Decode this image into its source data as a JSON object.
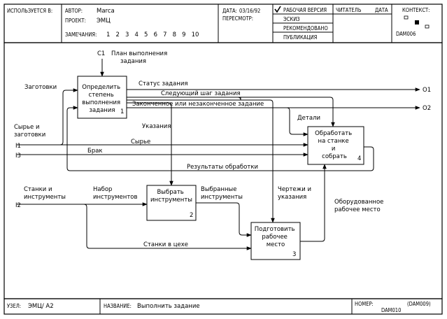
{
  "header": {
    "used_in": "ИСПОЛЬЗУЕТСЯ В:",
    "author_label": "АВТОР:",
    "author": "Marca",
    "project_label": "ПРОЕКТ:",
    "project": "ЭМЦ",
    "notes_label": "ЗАМЕЧАНИЯ:",
    "notes_numbers": "1   2   3   4   5   6   7   8   9   10",
    "date_label": "ДАТА:",
    "date": "03/16/92",
    "revision_label": "ПЕРЕСМОТР:",
    "status": [
      {
        "label": "РАБОЧАЯ ВЕРСИЯ",
        "checked": true
      },
      {
        "label": "ЭСКИЗ",
        "checked": false
      },
      {
        "label": "РЕКОМЕНДОВАНО",
        "checked": false
      },
      {
        "label": "ПУБЛИКАЦИЯ",
        "checked": false
      }
    ],
    "reader_label": "ЧИТАТЕЛЬ",
    "reader_date_label": "ДАТА",
    "context_label": "КОНТЕКСТ:",
    "context_node": "DAM006"
  },
  "diagram": {
    "boxes": [
      {
        "lines": [
          "Определить",
          "степень",
          "выполнения",
          "задания"
        ],
        "number": "1"
      },
      {
        "lines": [
          "Выбрать",
          "инструменты"
        ],
        "number": "2"
      },
      {
        "lines": [
          "Подготовить",
          "рабочее",
          "место"
        ],
        "number": "3"
      },
      {
        "lines": [
          "Обработать",
          "на станке",
          "и",
          "собрать"
        ],
        "number": "4"
      }
    ],
    "labels": {
      "c1": "C1",
      "plan": [
        "План выполнения",
        "задания"
      ],
      "blanks": "Заготовки",
      "raw_and_blanks": [
        "Сырье и",
        "заготовки"
      ],
      "i1": "I1",
      "i3": "I3",
      "i2": "I2",
      "raw": "Сырье",
      "defect": "Брак",
      "task_status": "Статус задания",
      "next_step": "Следующий шаг задания",
      "done_or_not": "Законченное или незаконченное задание",
      "details": "Детали",
      "instructions": "Указания",
      "processing_results": "Результаты обработки",
      "machines_and_tools": [
        "Станки и",
        "инструменты"
      ],
      "tool_set": [
        "Набор",
        "инструментов"
      ],
      "selected_tools": [
        "Выбранные",
        "инструменты"
      ],
      "drawings": [
        "Чертежи и",
        "указания"
      ],
      "equipped_place": [
        "Оборудованное",
        "рабочее место"
      ],
      "machines_in_shop": "Станки в цехе",
      "o1": "O1",
      "o2": "O2"
    }
  },
  "footer": {
    "node_label": "УЗЕЛ:",
    "node": "ЭМЦ/ А2",
    "title_label": "НАЗВАНИЕ:",
    "title": "Выполнить задание",
    "number_label": "НОМЕР:",
    "number": "(DAM009)",
    "number_sub": "DAM010"
  }
}
